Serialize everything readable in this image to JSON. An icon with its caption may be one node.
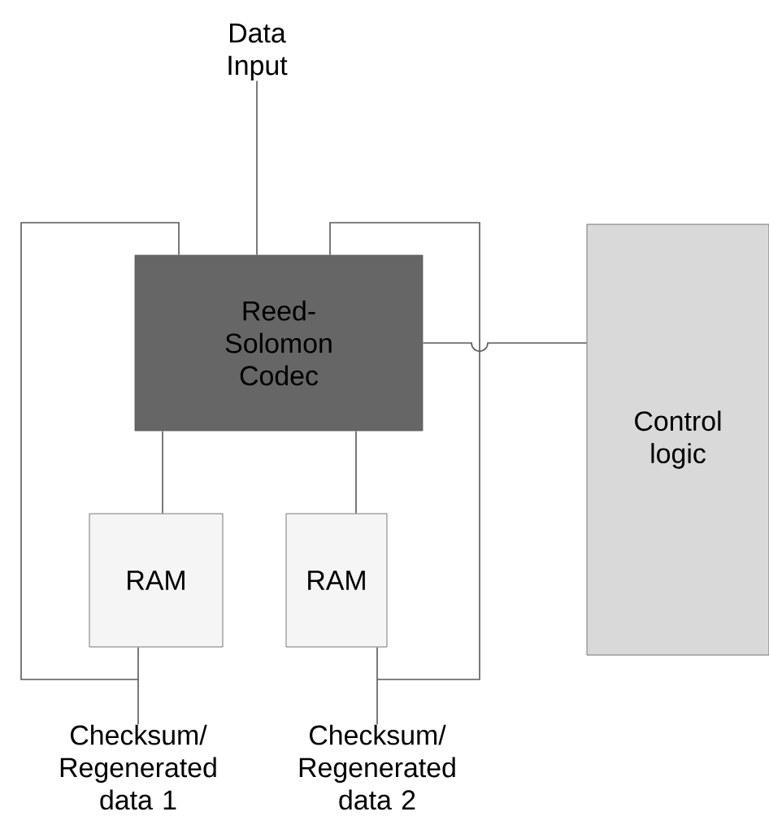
{
  "diagram": {
    "nodes": [
      {
        "text": [
          "Data Input"
        ]
      },
      {
        "text": [
          "Reed-Solomon Codec"
        ]
      },
      {
        "text": [
          "Control logic"
        ]
      },
      {
        "text": [
          "RAM"
        ]
      },
      {
        "text": [
          "RAM"
        ]
      },
      {
        "text": [
          "Checksum/ Regenerated data 1"
        ]
      },
      {
        "text": [
          "Checksum/ Regenerated data 2"
        ]
      }
    ],
    "edges": [
      {
        "from": 0,
        "to": 1,
        "arrow": "none"
      },
      {
        "from": 1,
        "to": 2,
        "arrow": "none"
      },
      {
        "from": 1,
        "to": 3,
        "arrow": "none"
      },
      {
        "from": 1,
        "to": 4,
        "arrow": "none"
      },
      {
        "from": 3,
        "to": 5,
        "arrow": "none"
      },
      {
        "from": 4,
        "to": 6,
        "arrow": "none"
      },
      {
        "from": 1,
        "to": 5,
        "arrow": "none"
      },
      {
        "from": 1,
        "to": 6,
        "arrow": "none"
      }
    ]
  }
}
